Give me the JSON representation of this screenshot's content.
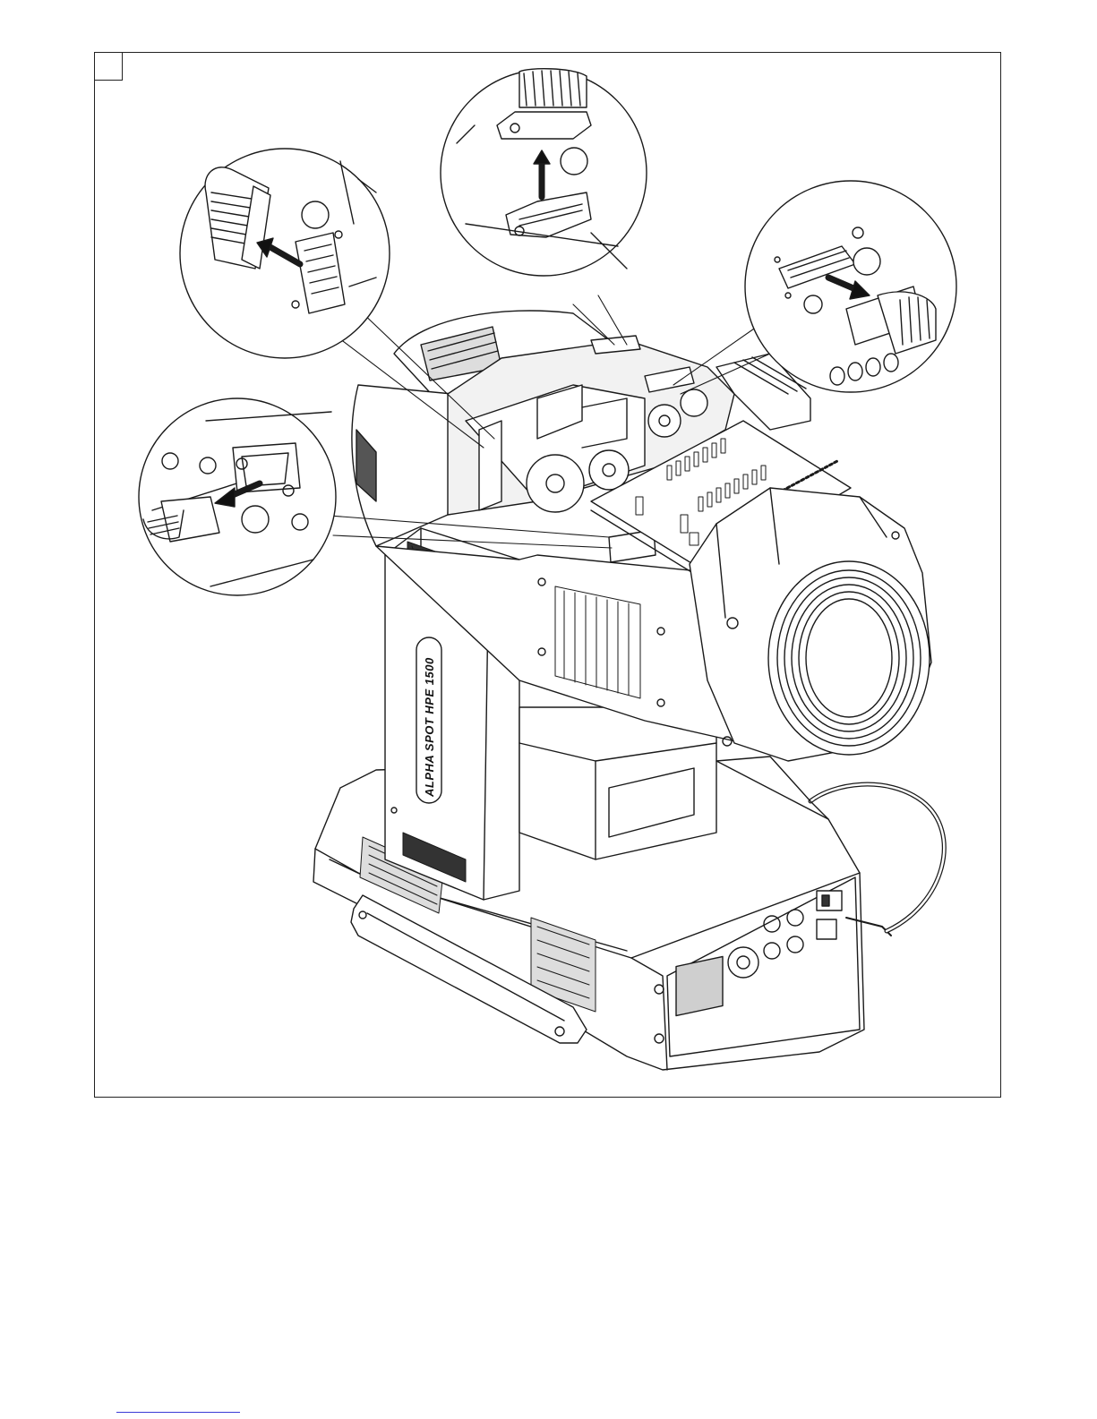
{
  "figure": {
    "number": "",
    "product_label": "ALPHA SPOT HPE 1500"
  },
  "callouts": [
    {
      "id": "top-left",
      "step": ""
    },
    {
      "id": "top-center",
      "step": ""
    },
    {
      "id": "right",
      "step": ""
    },
    {
      "id": "left",
      "step": ""
    }
  ],
  "colors": {
    "line": "#1a1a1a",
    "fill": "#ffffff",
    "shade": "#cfcfcf",
    "footer_link": "#3a3ad6"
  }
}
